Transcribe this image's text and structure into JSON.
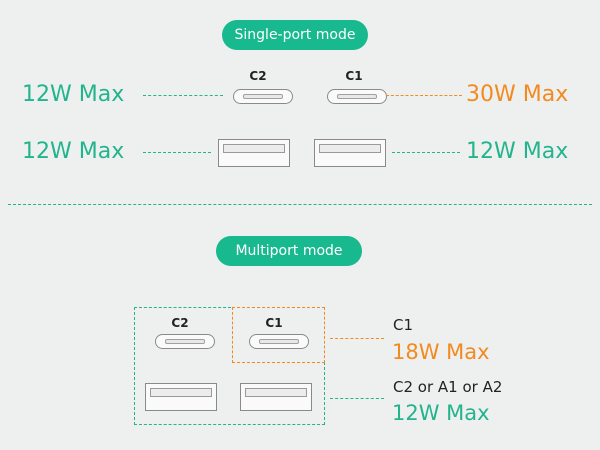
{
  "single_port": {
    "title": "Single-port mode",
    "left_top": "12W Max",
    "right_top": "30W Max",
    "left_bottom": "12W Max",
    "right_bottom": "12W Max",
    "c2_label": "C2",
    "c1_label": "C1"
  },
  "multiport": {
    "title": "Multiport mode",
    "c2_label": "C2",
    "c1_label": "C1",
    "c1_caption": "C1",
    "c1_power": "18W Max",
    "group_caption": "C2 or A1 or A2",
    "group_power": "12W Max"
  },
  "colors": {
    "accent_green": "#22b48c",
    "accent_orange": "#f28a1f",
    "pill_green": "#18b98f",
    "background": "#eef0f0"
  }
}
